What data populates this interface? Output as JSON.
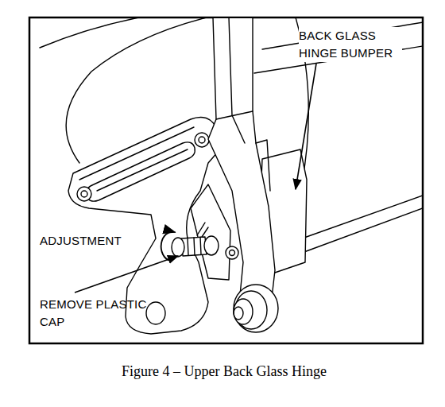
{
  "diagram": {
    "caption": "Figure 4 – Upper Back Glass Hinge",
    "labels": [
      "BACK GLASS HINGE BUMPER",
      "ADJUSTMENT",
      "REMOVE PLASTIC CAP"
    ]
  }
}
